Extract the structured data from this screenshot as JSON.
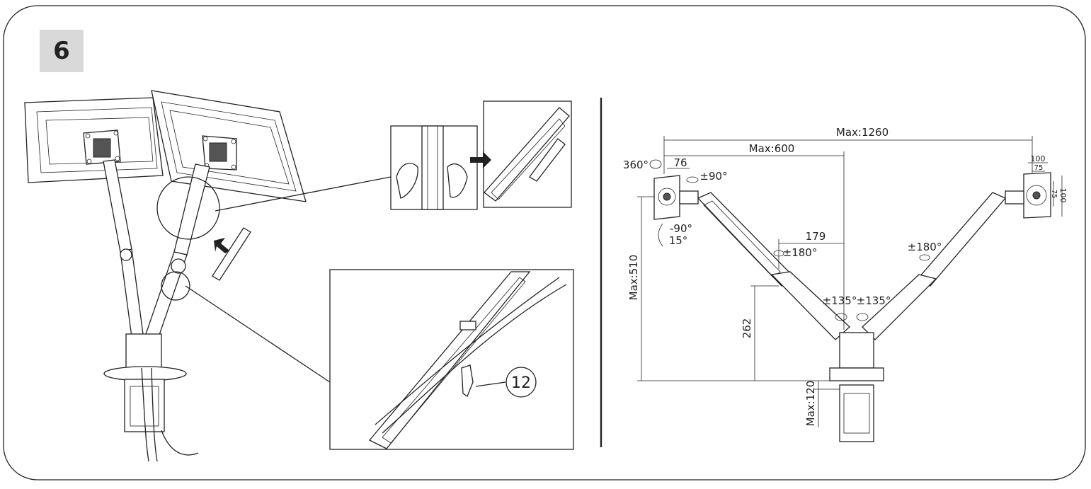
{
  "step": {
    "number": "6"
  },
  "callout": {
    "part_number": "12"
  },
  "dimensions": {
    "max_width": "Max:1260",
    "max_arm": "Max:600",
    "offset_76": "76",
    "width_179": "179",
    "max_height": "Max:510",
    "height_262": "262",
    "max_clamp": "Max:120",
    "vesa_100_top": "100",
    "vesa_75_top": "75",
    "vesa_75_side": "75",
    "vesa_100_side": "100"
  },
  "rotations": {
    "rotate_360": "360°",
    "swivel_90": "±90°",
    "tilt_neg90": "-90°",
    "tilt_15": "15°",
    "elbow_left": "±180°",
    "elbow_right": "±180°",
    "base_left": "±135°",
    "base_right": "±135°"
  }
}
